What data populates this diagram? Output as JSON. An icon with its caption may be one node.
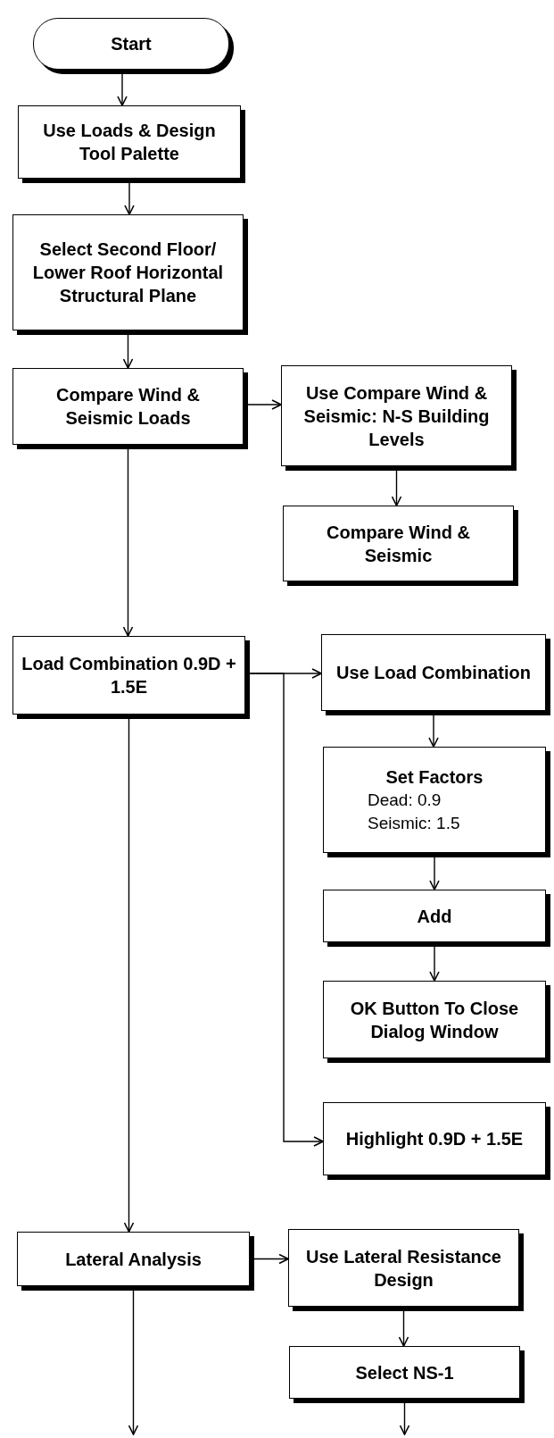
{
  "diagram": {
    "nodes": [
      {
        "text": [
          "Start"
        ]
      },
      {
        "text": [
          "Use Loads & Design Tool Palette"
        ]
      },
      {
        "text": [
          "Select Second Floor/ Lower Roof Horizontal Structural Plane"
        ]
      },
      {
        "text": [
          "Compare Wind & Seismic Loads"
        ]
      },
      {
        "text": [
          "Use Compare Wind & Seismic: N-S Building Levels"
        ]
      },
      {
        "text": [
          "Compare Wind & Seismic"
        ]
      },
      {
        "text": [
          "Load Combination 0.9D + 1.5E"
        ]
      },
      {
        "text": [
          "Use Load Combination"
        ]
      },
      {
        "text": [
          "Set Factors",
          "Dead: 0.9",
          "Seismic: 1.5"
        ]
      },
      {
        "text": [
          "Add"
        ]
      },
      {
        "text": [
          "OK Button To Close Dialog Window"
        ]
      },
      {
        "text": [
          "Highlight 0.9D + 1.5E"
        ]
      },
      {
        "text": [
          "Lateral Analysis"
        ]
      },
      {
        "text": [
          "Use Lateral Resistance Design"
        ]
      },
      {
        "text": [
          "Select NS-1"
        ]
      }
    ],
    "edges": [
      {
        "from": 0,
        "to": 1,
        "arrow": "to"
      },
      {
        "from": 1,
        "to": 2,
        "arrow": "to"
      },
      {
        "from": 2,
        "to": 3,
        "arrow": "to"
      },
      {
        "from": 3,
        "to": 4,
        "arrow": "to"
      },
      {
        "from": 4,
        "to": 5,
        "arrow": "to"
      },
      {
        "from": 3,
        "to": 6,
        "arrow": "to"
      },
      {
        "from": 6,
        "to": 7,
        "arrow": "to"
      },
      {
        "from": 7,
        "to": 8,
        "arrow": "to"
      },
      {
        "from": 8,
        "to": 9,
        "arrow": "to"
      },
      {
        "from": 9,
        "to": 10,
        "arrow": "to"
      },
      {
        "from": 6,
        "to": 11,
        "arrow": "to"
      },
      {
        "from": 6,
        "to": 12,
        "arrow": "to"
      },
      {
        "from": 12,
        "to": 13,
        "arrow": "to"
      },
      {
        "from": 13,
        "to": 14,
        "arrow": "to"
      },
      {
        "from": 12,
        "to": null,
        "arrow": "to"
      },
      {
        "from": 14,
        "to": null,
        "arrow": "to"
      }
    ]
  }
}
